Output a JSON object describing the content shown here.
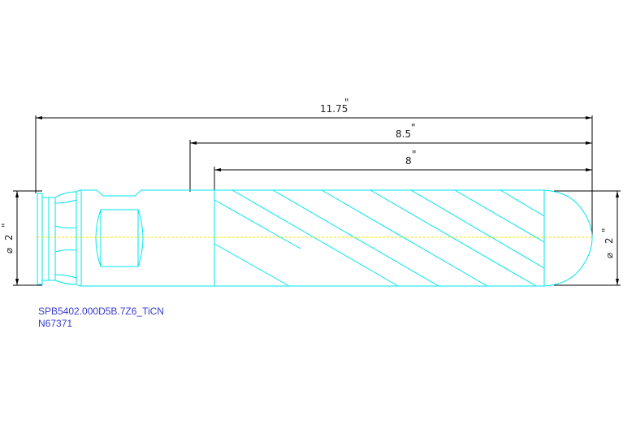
{
  "dimensions": {
    "overall_length": {
      "value": "11.75",
      "unit": "\""
    },
    "shank_length": {
      "value": "8.5",
      "unit": "\""
    },
    "flute_length": {
      "value": "8",
      "unit": "\""
    },
    "left_diameter": {
      "symbol": "⌀",
      "value": "2",
      "unit": "\""
    },
    "right_diameter": {
      "symbol": "⌀",
      "value": "2",
      "unit": "\""
    }
  },
  "part_label": {
    "line1": "SPB5402.000D5B.7Z6_TiCN",
    "line2": "N67371"
  },
  "colors": {
    "part_outline": "#00e5ee",
    "centerline": "#e8e800",
    "dimension": "#000000",
    "label": "#3a3acc"
  }
}
